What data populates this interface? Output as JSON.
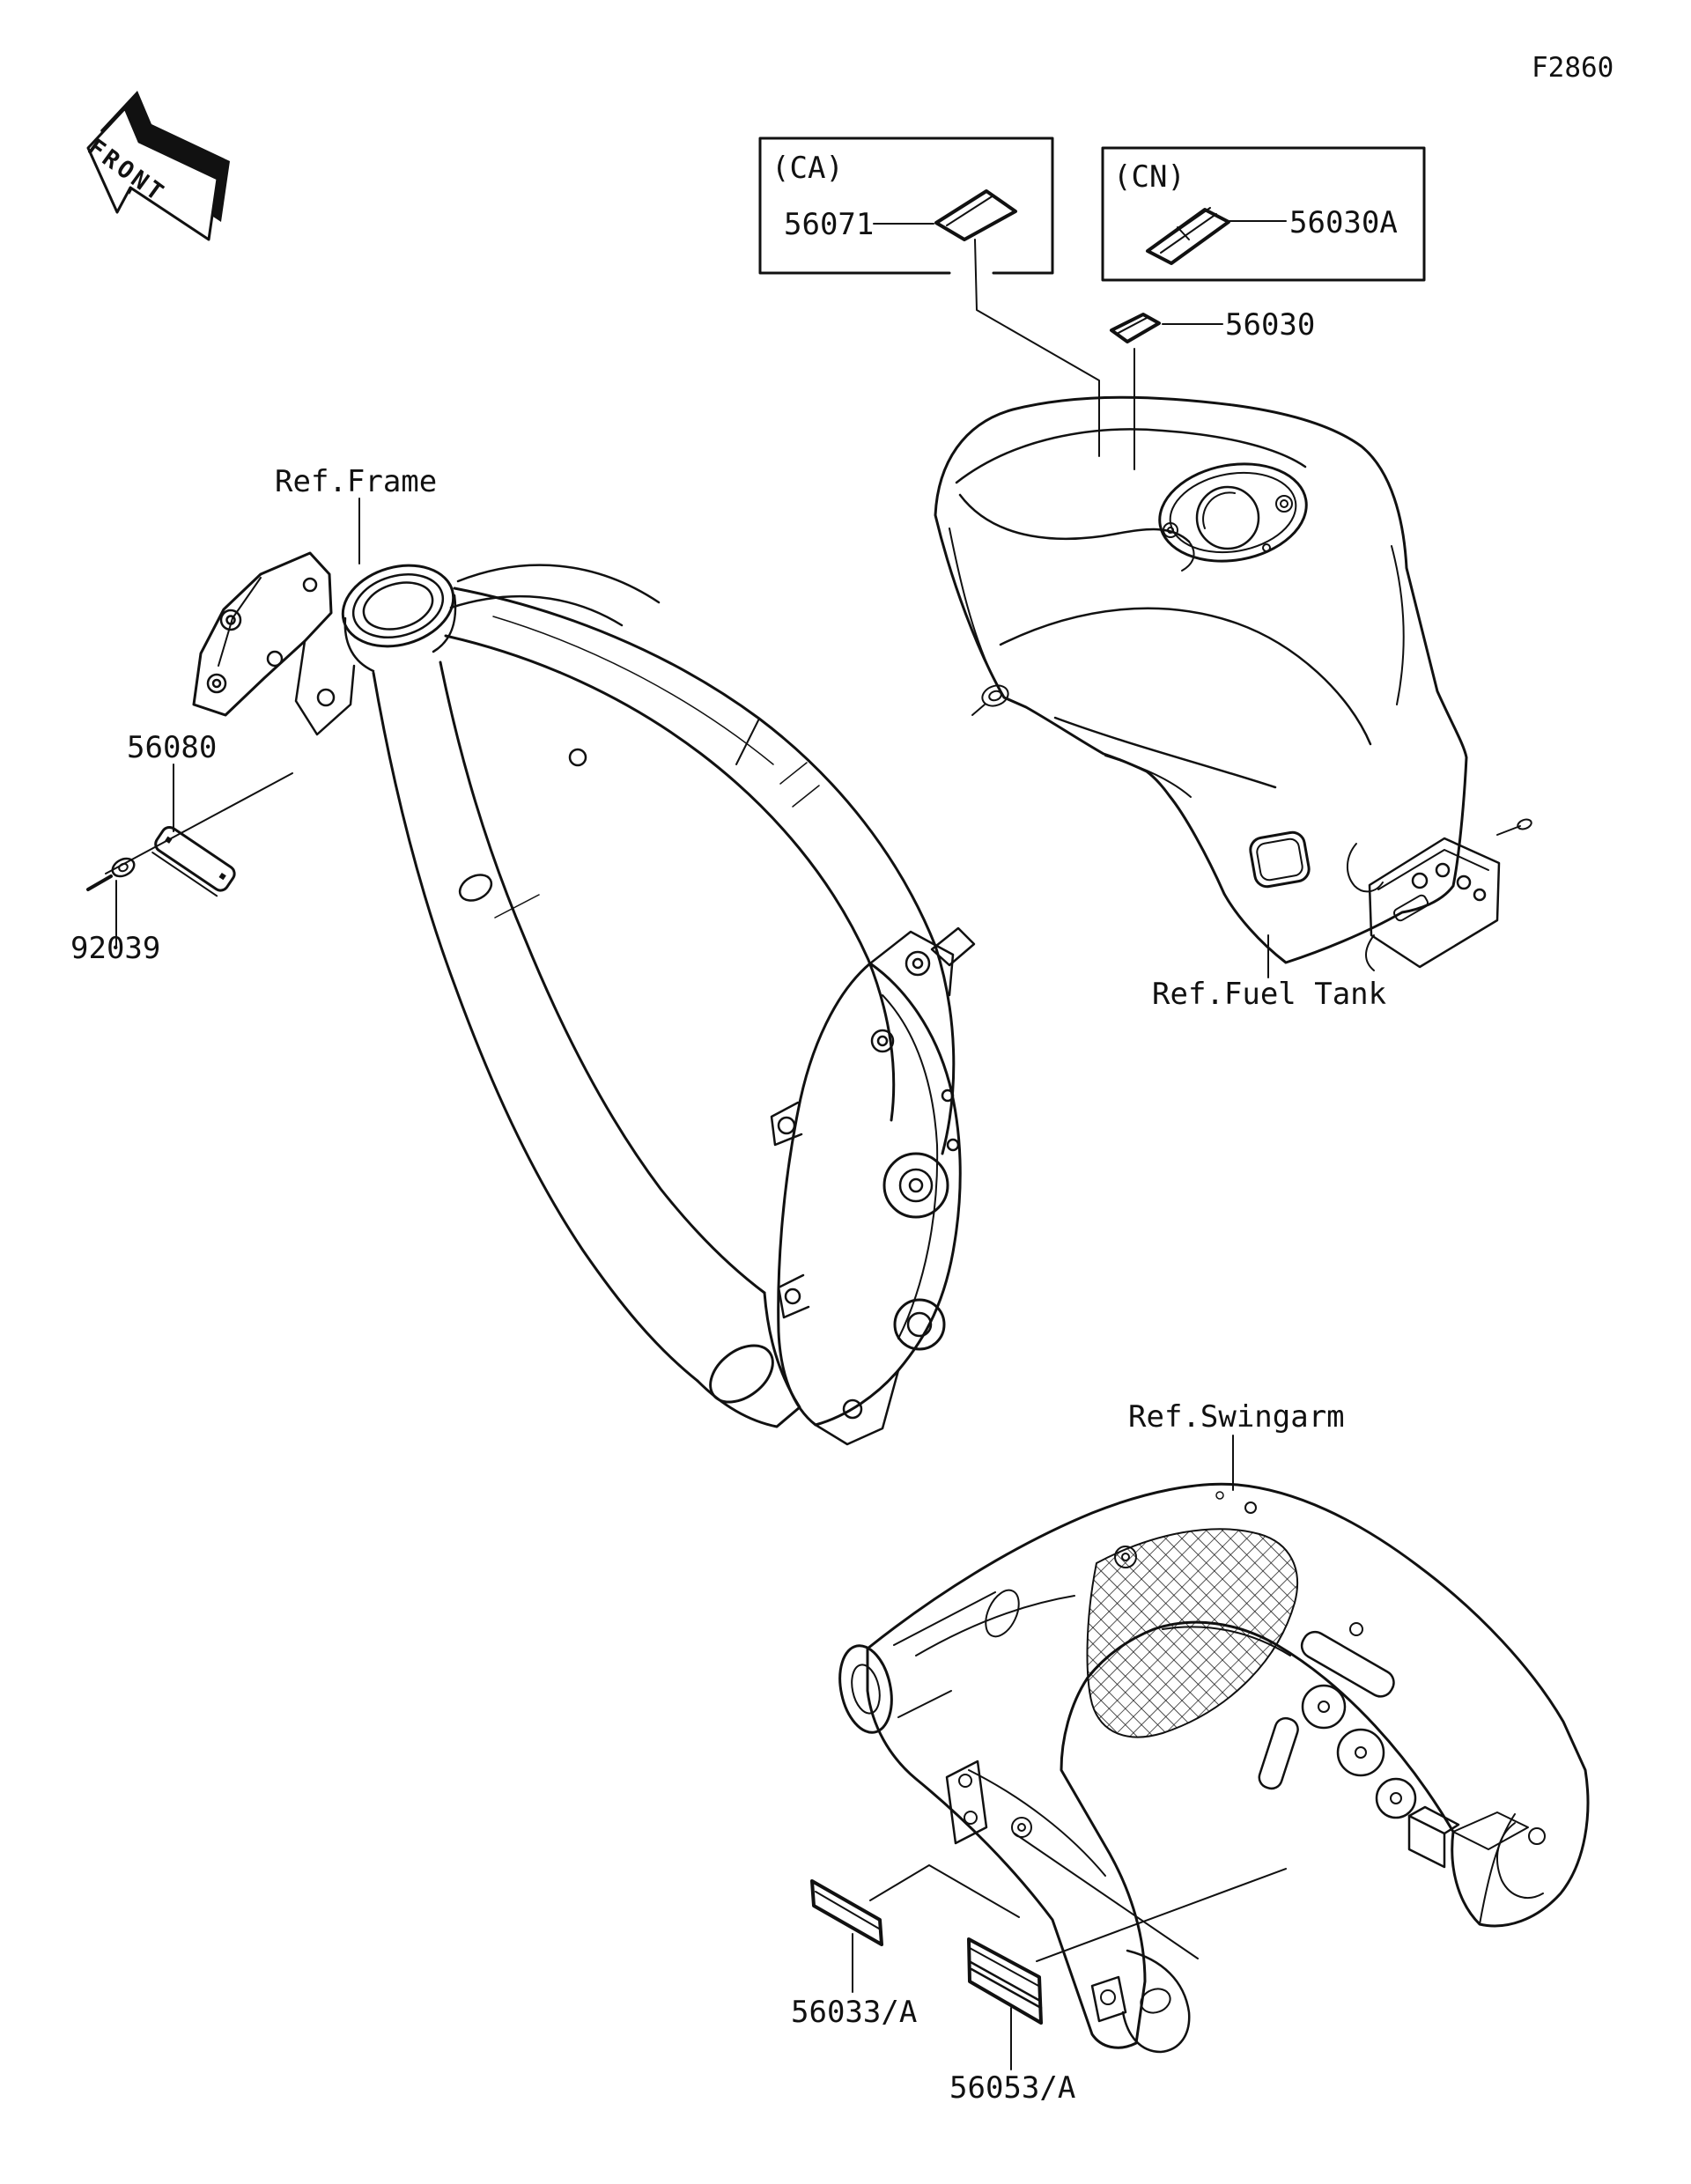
{
  "drawing": {
    "figure_code": "F2860",
    "front_marker": "FRONT"
  },
  "callout_boxes": {
    "california": {
      "tag": "(CA)",
      "part_number": "56071"
    },
    "china": {
      "tag": "(CN)",
      "part_number": "56030A"
    }
  },
  "part_labels": {
    "tank_label": "56030",
    "frame_warning_label": "56080",
    "rivet": "92039",
    "swingarm_label_1": "56033/A",
    "swingarm_label_2": "56053/A"
  },
  "references": {
    "frame": "Ref.Frame",
    "fuel_tank": "Ref.Fuel Tank",
    "swingarm": "Ref.Swingarm"
  },
  "colors": {
    "ink": "#111111",
    "paper": "#ffffff"
  }
}
